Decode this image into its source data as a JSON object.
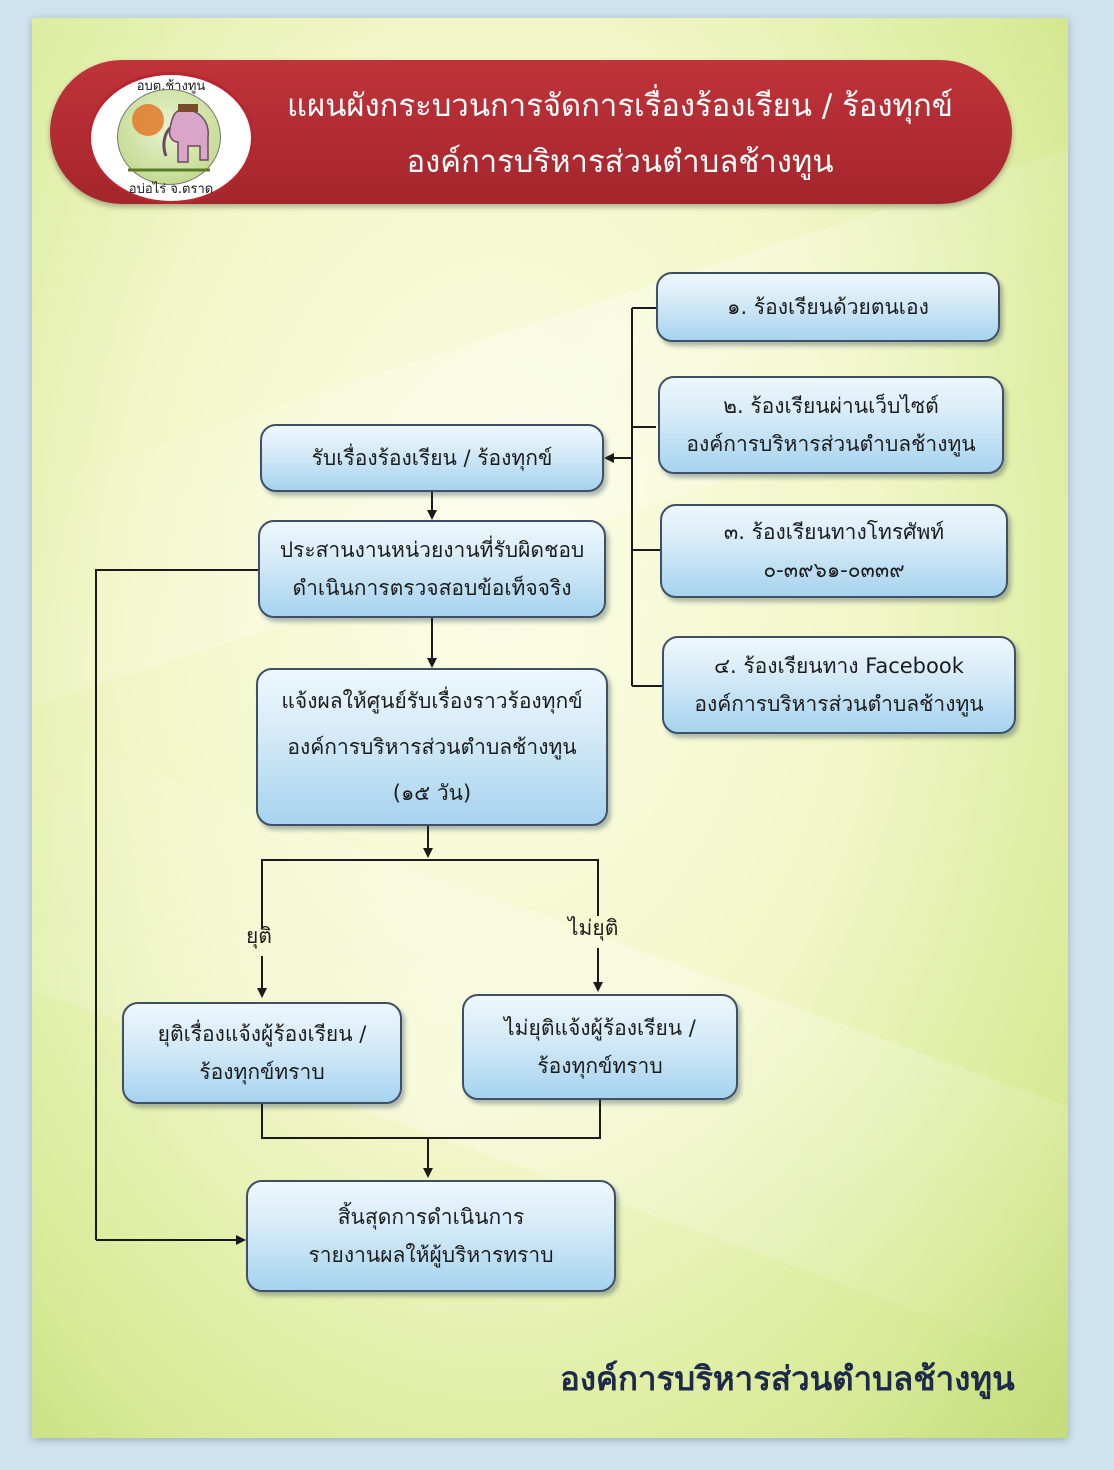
{
  "header": {
    "title_line1": "แผนผังกระบวนการจัดการเรื่องร้องเรียน / ร้องทุกข์",
    "title_line2": "องค์การบริหารส่วนตำบลช้างทูน"
  },
  "logo": {
    "top_text": "อบต.ช้างทูน",
    "bottom_text": "อบ่อไร่ จ.ตราด"
  },
  "channels": [
    {
      "line1": "๑. ร้องเรียนด้วยตนเอง",
      "line2": ""
    },
    {
      "line1": "๒. ร้องเรียนผ่านเว็บไซต์",
      "line2": "องค์การบริหารส่วนตำบลช้างทูน"
    },
    {
      "line1": "๓. ร้องเรียนทางโทรศัพท์",
      "line2": "๐-๓๙๖๑-๐๓๓๙"
    },
    {
      "line1": "๔. ร้องเรียนทาง Facebook",
      "line2": "องค์การบริหารส่วนตำบลช้างทูน"
    }
  ],
  "steps": {
    "receive": "รับเรื่องร้องเรียน / ร้องทุกข์",
    "coordinate_line1": "ประสานงานหน่วยงานที่รับผิดชอบ",
    "coordinate_line2": "ดำเนินการตรวจสอบข้อเท็จจริง",
    "notify_line1": "แจ้งผลให้ศูนย์รับเรื่องราวร้องทุกข์",
    "notify_line2": "องค์การบริหารส่วนตำบลช้างทูน",
    "notify_line3": "(๑๕ วัน)",
    "resolved_label": "ยุติ",
    "unresolved_label": "ไม่ยุติ",
    "resolved_line1": "ยุติเรื่องแจ้งผู้ร้องเรียน /",
    "resolved_line2": "ร้องทุกข์ทราบ",
    "unresolved_line1": "ไม่ยุติแจ้งผู้ร้องเรียน /",
    "unresolved_line2": "ร้องทุกข์ทราบ",
    "end_line1": "สิ้นสุดการดำเนินการ",
    "end_line2": "รายงานผลให้ผู้บริหารทราบ"
  },
  "footer": "องค์การบริหารส่วนตำบลช้างทูน",
  "colors": {
    "header_red": "#b0292f",
    "box_blue": "#a6d3ee",
    "background_green": "#d8ea97"
  }
}
